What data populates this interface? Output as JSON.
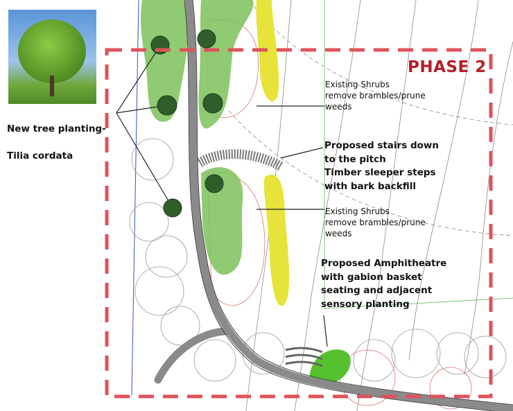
{
  "tree_label": {
    "line1": "New tree planting-",
    "line2": "Tilia cordata"
  },
  "phase_title": "PHASE 2",
  "annotations": [
    {
      "text": "Existing Shrubs\nremove brambles/prune\nweeds"
    },
    {
      "text": "Proposed stairs down\nto the pitch\nTimber sleeper steps\nwith bark backfill"
    },
    {
      "text": "Existing Shrubs\nremove brambles/prune\nweeds"
    },
    {
      "text": "Proposed Amphitheatre\nwith gabion basket\nseating and adjacent\nsensory planting"
    }
  ],
  "colors": {
    "phase_boundary": "#e0525a",
    "path": "#7d7d7d",
    "planting": "#7cc25a",
    "shrub_highlight": "#e6e43a",
    "new_tree": "#2f5e2a"
  }
}
